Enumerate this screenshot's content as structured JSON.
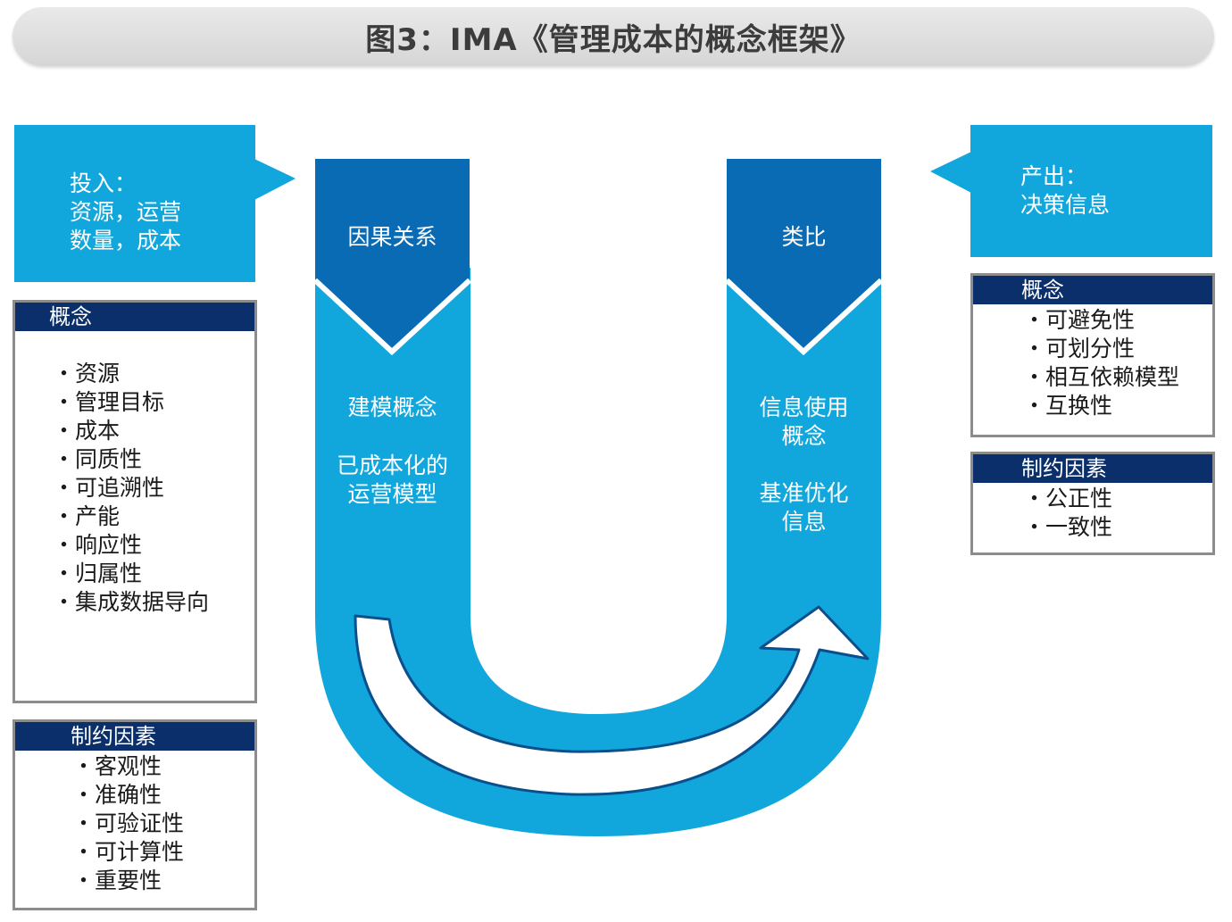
{
  "title": "图3：IMA《管理成本的概念框架》",
  "input_callout": {
    "lines": [
      "投入：",
      "资源，运营",
      "数量，成本"
    ]
  },
  "output_callout": {
    "lines": [
      "产出：",
      "决策信息"
    ]
  },
  "left_concepts": {
    "header": "概念",
    "items": [
      "资源",
      "管理目标",
      "成本",
      "同质性",
      "可追溯性",
      "产能",
      "响应性",
      "归属性",
      "集成数据导向"
    ]
  },
  "left_constraints": {
    "header": "制约因素",
    "items": [
      "客观性",
      "准确性",
      "可验证性",
      "可计算性",
      "重要性"
    ]
  },
  "right_concepts": {
    "header": "概念",
    "items": [
      "可避免性",
      "可划分性",
      "相互依赖模型",
      "互换性"
    ]
  },
  "right_constraints": {
    "header": "制约因素",
    "items": [
      "公正性",
      "一致性"
    ]
  },
  "u_left": {
    "head": "因果关系",
    "body1": "建模概念",
    "body2": "已成本化的",
    "body3": "运营模型"
  },
  "u_right": {
    "head": "类比",
    "body1": "信息使用",
    "body2": "概念",
    "body3": "基准优化",
    "body4": "信息"
  },
  "colors": {
    "light_blue": "#12a7dc",
    "dark_blue": "#0a6bb5",
    "navy": "#0a2f6b"
  }
}
